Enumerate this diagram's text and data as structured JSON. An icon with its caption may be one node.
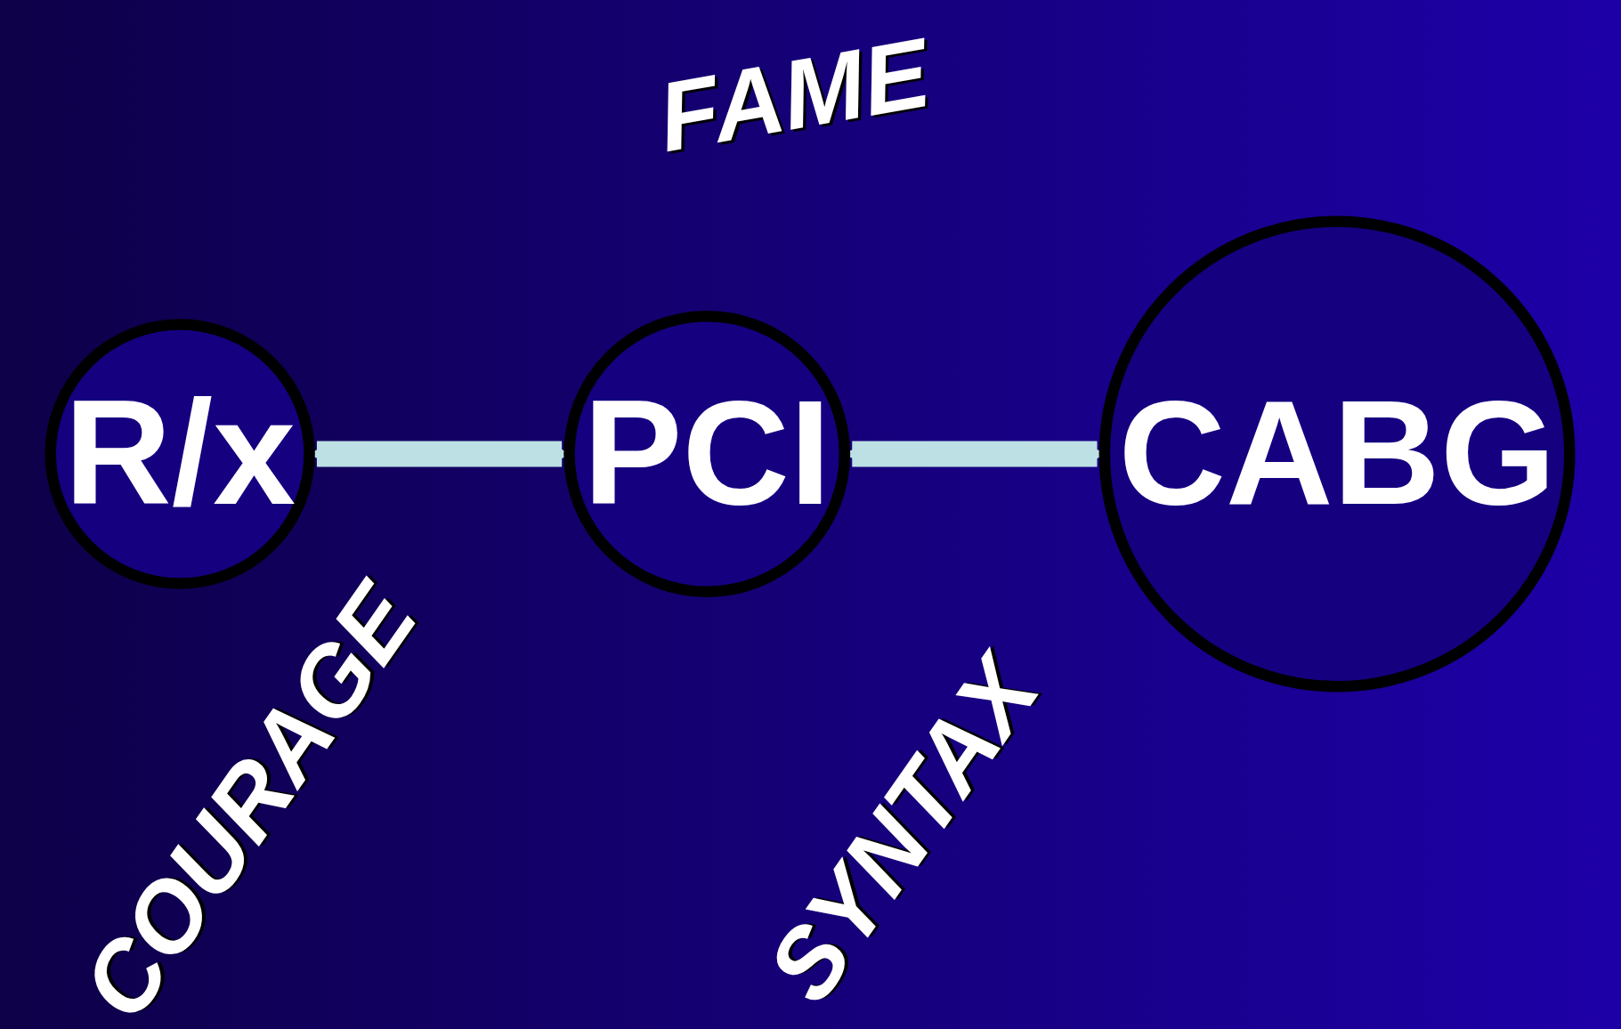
{
  "diagram": {
    "nodes": [
      {
        "text": [
          "R/x"
        ]
      },
      {
        "text": [
          "PCI"
        ]
      },
      {
        "text": [
          "CABG"
        ]
      }
    ],
    "edges": [
      {
        "from": 0,
        "to": 1,
        "arrow": "both"
      },
      {
        "from": 1,
        "to": 2,
        "arrow": "both"
      }
    ],
    "labels": [
      "FAME",
      "COURAGE",
      "SYNTAX"
    ]
  }
}
